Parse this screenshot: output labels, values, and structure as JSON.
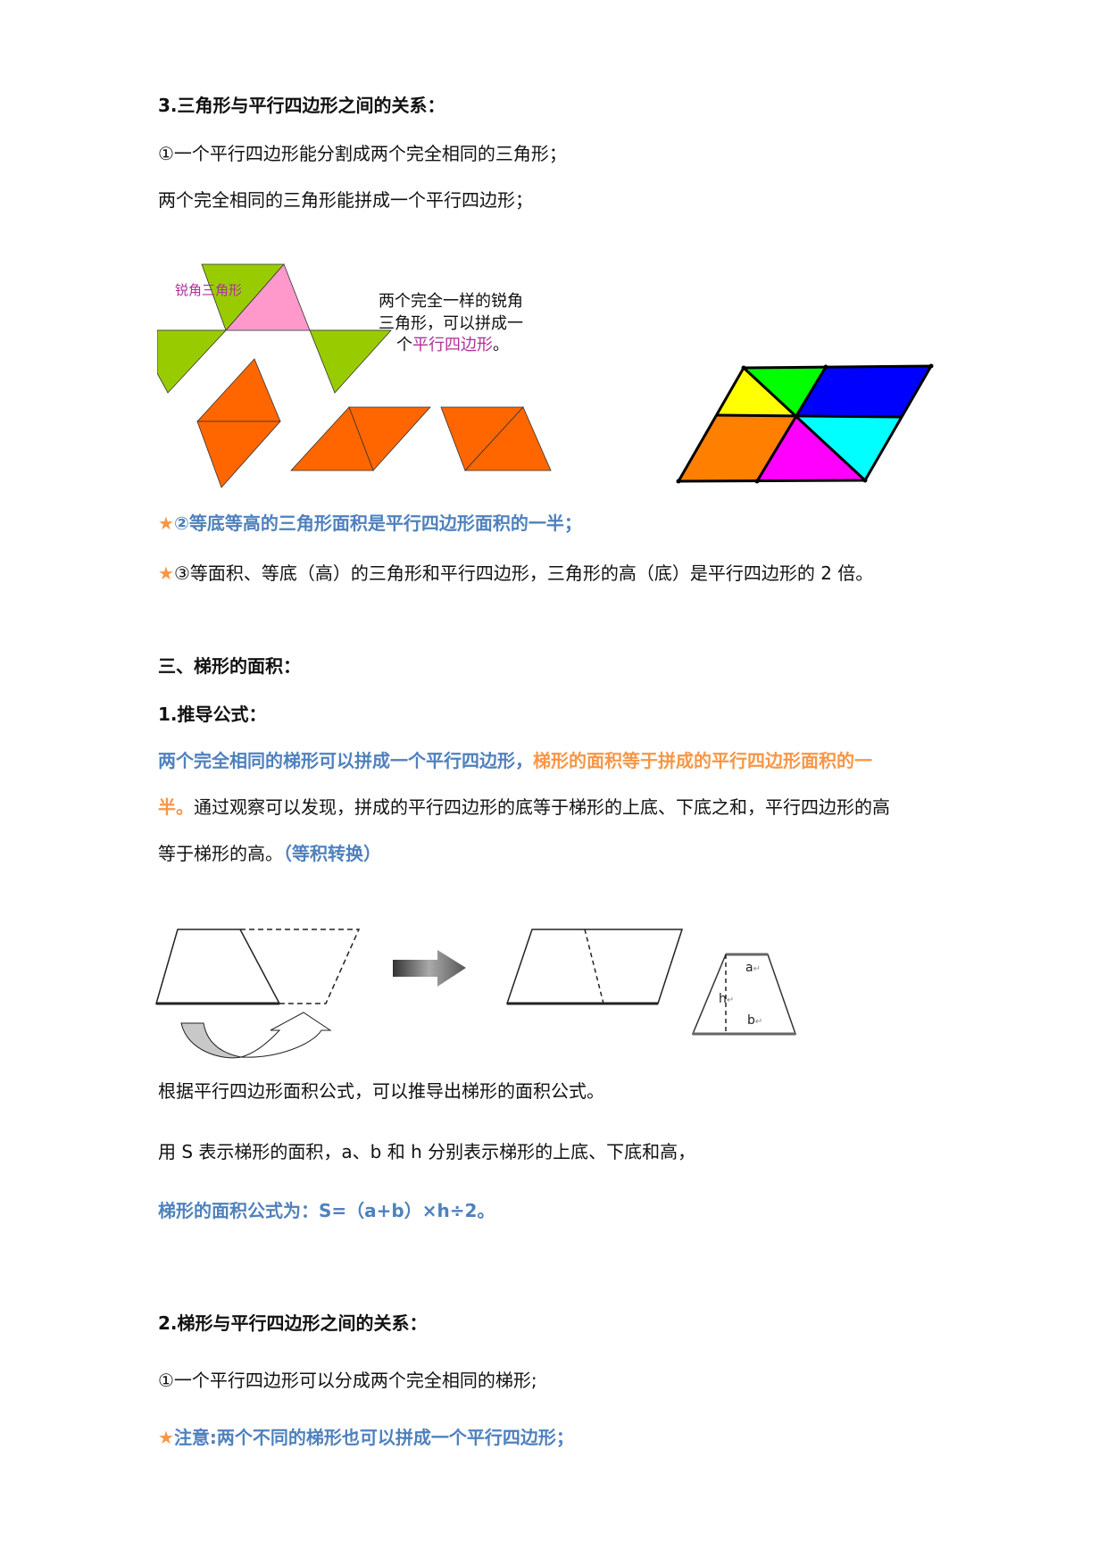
{
  "section3": {
    "heading": "3.三角形与平行四边形之间的关系：",
    "point1_a": "①一个平行四边形能分割成两个完全相同的三角形；",
    "point1_b": "两个完全相同的三角形能拼成一个平行四边形；",
    "figure_left": {
      "label_acute": "锐角三角形",
      "caption_line1": "两个完全一样的锐角",
      "caption_line2": "三角形，可以拼成一",
      "caption_line3_prefix": "个",
      "caption_line3_highlight": "平行四边形",
      "caption_line3_suffix": "。",
      "colors": {
        "green": "#99cc00",
        "pink": "#ff99cc",
        "orange": "#ff6600",
        "label": "#b0309a"
      }
    },
    "figure_right": {
      "colors": {
        "green": "#00ff00",
        "blue": "#0000ff",
        "yellow": "#ffff00",
        "orange": "#ff8000",
        "magenta": "#ff00ff",
        "cyan": "#00ffff"
      }
    },
    "star": "★",
    "point2": "②等底等高的三角形面积是平行四边形面积的一半；",
    "point3": "③等面积、等底（高）的三角形和平行四边形，三角形的高（底）是平行四边形的 2 倍。"
  },
  "trapezoid": {
    "heading": "三、梯形的面积：",
    "sub1": "1.推导公式：",
    "para_blue": "两个完全相同的梯形可以拼成一个平行四边形，",
    "para_orange_1": "梯形的面积等于拼成的平行四边形面积的一",
    "para_orange_2": "半。",
    "para_black_2": "通过观察可以发现，拼成的平行四边形的底等于梯形的上底、下底之和，平行四边形的高",
    "para_black_3": "等于梯形的高。",
    "para_blue_3": "（等积转换）",
    "diagram_labels": {
      "a": "a",
      "h": "h",
      "b": "b",
      "return_mark": "↵"
    },
    "derive_line": "根据平行四边形面积公式，可以推导出梯形的面积公式。",
    "vars_line": "用 S 表示梯形的面积，a、b 和 h 分别表示梯形的上底、下底和高，",
    "formula": "梯形的面积公式为：S=（a+b）×h÷2。",
    "sub2": "2.梯形与平行四边形之间的关系：",
    "rel1": "①一个平行四边形可以分成两个完全相同的梯形;",
    "star": "★",
    "note": "注意:两个不同的梯形也可以拼成一个平行四边形；"
  },
  "colors": {
    "accent_blue": "#4f81bd",
    "accent_orange": "#f79646",
    "text": "#111111"
  }
}
